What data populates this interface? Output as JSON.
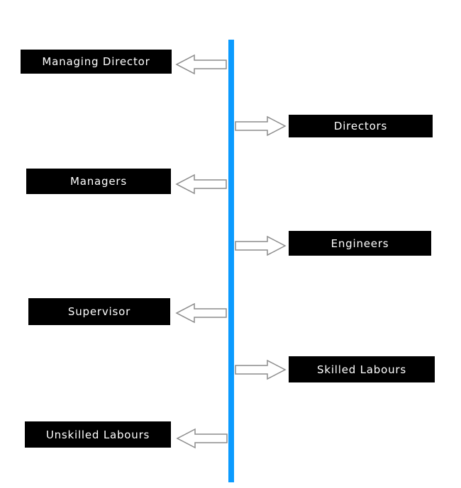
{
  "diagram": {
    "axis_color": "#0b9bff",
    "box_color": "#000000",
    "arrow_stroke": "#8c8c8c",
    "levels": [
      {
        "label": "Managing Director",
        "side": "left"
      },
      {
        "label": "Directors",
        "side": "right"
      },
      {
        "label": "Managers",
        "side": "left"
      },
      {
        "label": "Engineers",
        "side": "right"
      },
      {
        "label": "Supervisor",
        "side": "left"
      },
      {
        "label": "Skilled Labours",
        "side": "right"
      },
      {
        "label": "Unskilled Labours",
        "side": "left"
      }
    ]
  }
}
